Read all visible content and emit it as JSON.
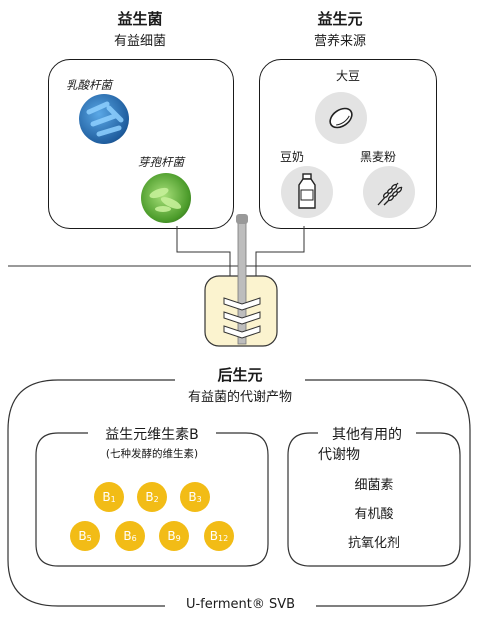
{
  "probiotics": {
    "title": "益生菌",
    "subtitle": "有益细菌",
    "items": [
      {
        "label": "乳酸杆菌"
      },
      {
        "label": "芽孢杆菌"
      }
    ]
  },
  "prebiotics": {
    "title": "益生元",
    "subtitle": "营养来源",
    "items": [
      {
        "label": "大豆"
      },
      {
        "label": "豆奶"
      },
      {
        "label": "黑麦粉"
      }
    ]
  },
  "postbiotics": {
    "title": "后生元",
    "subtitle": "有益菌的代谢产物",
    "vitamin_box": {
      "title": "益生元维生素B",
      "subtitle": "(七种发酵的维生素)",
      "vitamins": [
        {
          "letter": "B",
          "num": "1"
        },
        {
          "letter": "B",
          "num": "2"
        },
        {
          "letter": "B",
          "num": "3"
        },
        {
          "letter": "B",
          "num": "5"
        },
        {
          "letter": "B",
          "num": "6"
        },
        {
          "letter": "B",
          "num": "9"
        },
        {
          "letter": "B",
          "num": "12"
        }
      ]
    },
    "other_box": {
      "title_line1": "其他有用的",
      "title_line2": "代谢物",
      "items": [
        "细菌素",
        "有机酸",
        "抗氧化剂"
      ]
    },
    "brand": "U-ferment® SVB"
  },
  "colors": {
    "vitamin": "#f2bc16",
    "tank_fill": "#fbf3cf",
    "circle_bg": "#e3e3e3"
  }
}
